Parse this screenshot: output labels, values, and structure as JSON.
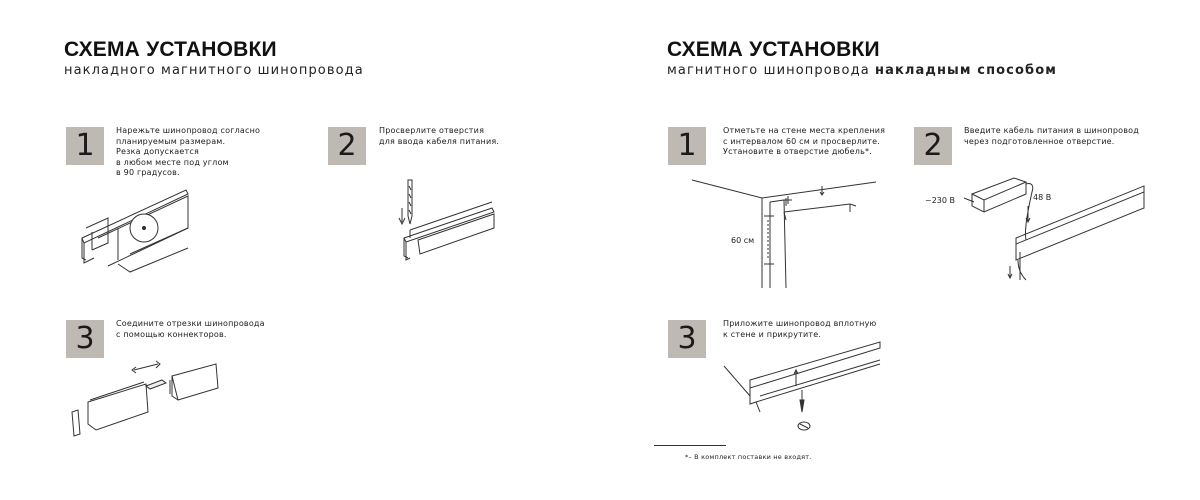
{
  "left": {
    "title": "СХЕМА УСТАНОВКИ",
    "subtitle": "накладного магнитного шинопровода",
    "steps": [
      {
        "number": "1",
        "lines": [
          "Нарежьте шинопровод согласно",
          "планируемым размерам.",
          "Резка допускается",
          "в любом месте под углом",
          "в 90 градусов."
        ]
      },
      {
        "number": "2",
        "lines": [
          "Просверлите отверстия",
          "для ввода кабеля питания."
        ]
      },
      {
        "number": "3",
        "lines": [
          "Соедините отрезки шинопровода",
          "с помощью коннекторов."
        ]
      }
    ]
  },
  "right": {
    "title": "СХЕМА УСТАНОВКИ",
    "subtitle_regular": "магнитного шинопровода ",
    "subtitle_bold": "накладным способом",
    "steps": [
      {
        "number": "1",
        "lines": [
          "Отметьте на стене места крепления",
          "с интервалом 60 см и просверлите.",
          "Установите в отверстие дюбель*."
        ],
        "dimension_label": "60 см"
      },
      {
        "number": "2",
        "lines": [
          "Введите кабель питания в шинопровод",
          "через подготовленное отверстие."
        ],
        "voltage_in": "~230 В",
        "voltage_out": "48 В"
      },
      {
        "number": "3",
        "lines": [
          "Приложите шинопровод вплотную",
          "к стене и прикрутите."
        ]
      }
    ],
    "footnote": "*– В комплект поставки не входят."
  }
}
